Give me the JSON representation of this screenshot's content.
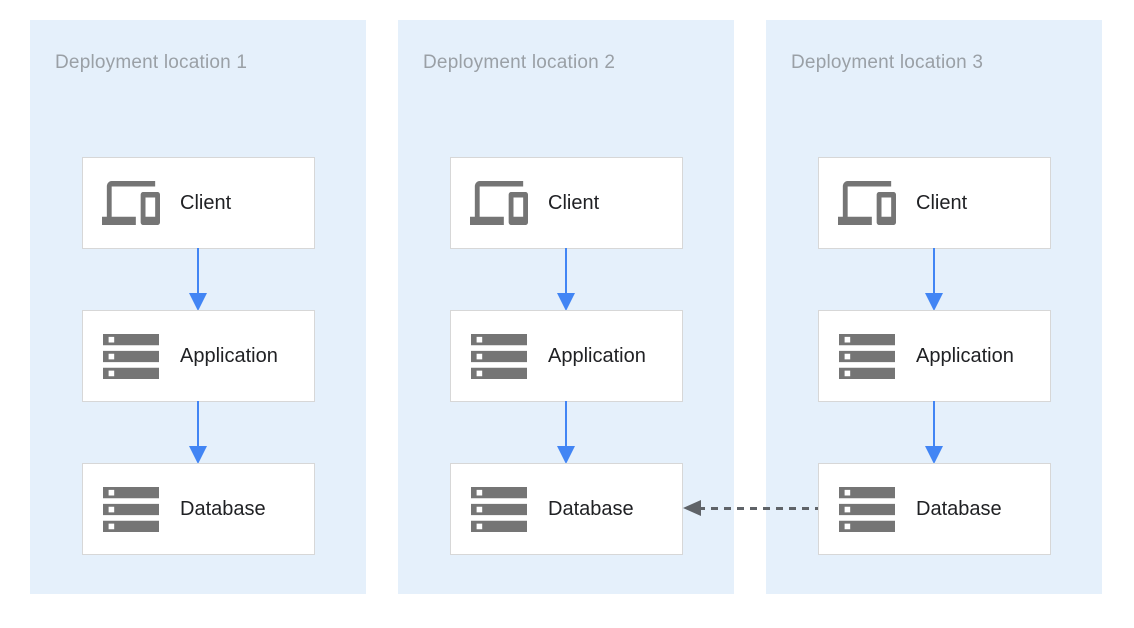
{
  "diagram": {
    "type": "architecture-diagram",
    "panels": [
      {
        "title": "Deployment location 1",
        "nodes": [
          {
            "label": "Client",
            "icon": "devices-icon"
          },
          {
            "label": "Application",
            "icon": "server-stack-icon"
          },
          {
            "label": "Database",
            "icon": "server-stack-icon"
          }
        ]
      },
      {
        "title": "Deployment location 2",
        "nodes": [
          {
            "label": "Client",
            "icon": "devices-icon"
          },
          {
            "label": "Application",
            "icon": "server-stack-icon"
          },
          {
            "label": "Database",
            "icon": "server-stack-icon"
          }
        ]
      },
      {
        "title": "Deployment location 3",
        "nodes": [
          {
            "label": "Client",
            "icon": "devices-icon"
          },
          {
            "label": "Application",
            "icon": "server-stack-icon"
          },
          {
            "label": "Database",
            "icon": "server-stack-icon"
          }
        ]
      }
    ],
    "connections": [
      {
        "from": "Client",
        "to": "Application",
        "panel": "Deployment location 1",
        "style": "solid",
        "direction": "down",
        "color": "#4285F4"
      },
      {
        "from": "Application",
        "to": "Database",
        "panel": "Deployment location 1",
        "style": "solid",
        "direction": "down",
        "color": "#4285F4"
      },
      {
        "from": "Client",
        "to": "Application",
        "panel": "Deployment location 2",
        "style": "solid",
        "direction": "down",
        "color": "#4285F4"
      },
      {
        "from": "Application",
        "to": "Database",
        "panel": "Deployment location 2",
        "style": "solid",
        "direction": "down",
        "color": "#4285F4"
      },
      {
        "from": "Client",
        "to": "Application",
        "panel": "Deployment location 3",
        "style": "solid",
        "direction": "down",
        "color": "#4285F4"
      },
      {
        "from": "Application",
        "to": "Database",
        "panel": "Deployment location 3",
        "style": "solid",
        "direction": "down",
        "color": "#4285F4"
      },
      {
        "from": "Database (Deployment location 3)",
        "to": "Database (Deployment location 2)",
        "style": "dashed",
        "direction": "left",
        "color": "#5F6368"
      }
    ],
    "colors": {
      "page_bg": "#FFFFFF",
      "panel_bg": "#E5F0FB",
      "node_bg": "#FFFFFF",
      "node_border": "#D7D7D7",
      "panel_title_text": "#9AA0A6",
      "node_label_text": "#202124",
      "icon_gray": "#757575",
      "arrow_blue": "#4285F4",
      "arrow_dashed_gray": "#5F6368"
    }
  }
}
